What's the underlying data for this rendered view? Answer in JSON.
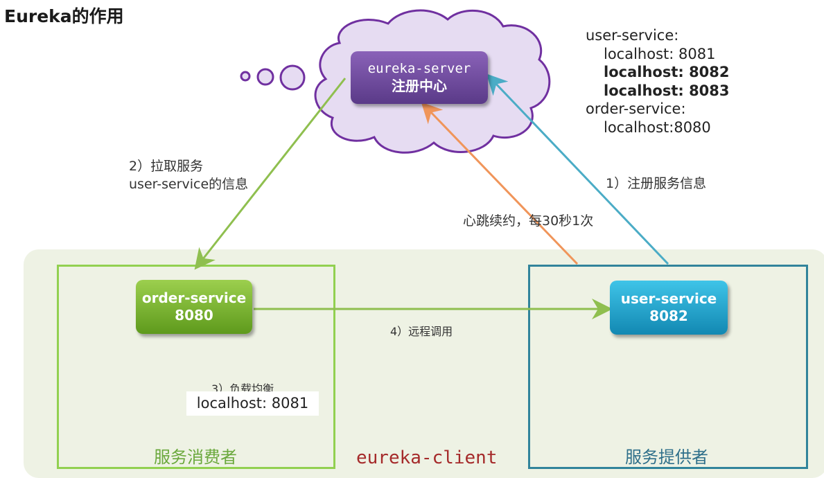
{
  "title": "Eureka的作用",
  "server": {
    "line1": "eureka-server",
    "line2": "注册中心"
  },
  "registry": {
    "service1": "user-service:",
    "service1_instances": [
      "localhost: 8081",
      "localhost: 8082",
      "localhost: 8083"
    ],
    "service2": "order-service:",
    "service2_instances": [
      "localhost:8080"
    ]
  },
  "consumer": {
    "name": "order-service",
    "port": "8080",
    "role": "服务消费者"
  },
  "provider": {
    "name": "user-service",
    "port": "8082",
    "role": "服务提供者"
  },
  "steps": {
    "register": "1）注册服务信息",
    "pull_line1": "2）拉取服务",
    "pull_line2": "user-service的信息",
    "load_balance": "3）负载均衡",
    "load_balance_result": "localhost: 8081",
    "remote_call": "4）远程调用",
    "heartbeat": "心跳续约，每30秒1次"
  },
  "client_label": "eureka-client",
  "colors": {
    "consumer": "#92d050",
    "provider": "#31849b",
    "server": "#6b4a9b",
    "heartbeat_arrow": "#f4a460",
    "register_arrow": "#4bacc6",
    "cloud_fill": "#e6dcf2",
    "cloud_stroke": "#7030a0"
  }
}
